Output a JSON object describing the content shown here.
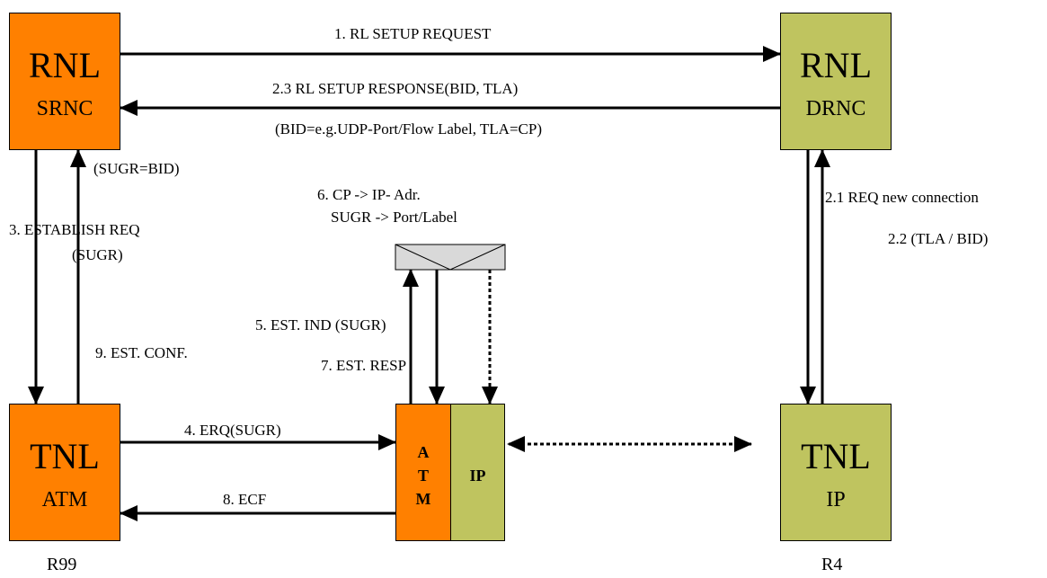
{
  "nodes": {
    "srnc": {
      "layer": "RNL",
      "name": "SRNC"
    },
    "drnc": {
      "layer": "RNL",
      "name": "DRNC"
    },
    "tnl_atm": {
      "layer": "TNL",
      "name": "ATM"
    },
    "tnl_ip": {
      "layer": "TNL",
      "name": "IP"
    },
    "gw_atm": {
      "letters": [
        "A",
        "T",
        "M"
      ]
    },
    "gw_ip": {
      "name": "IP"
    }
  },
  "messages": {
    "m1": "1. RL SETUP REQUEST",
    "m23": "2.3 RL SETUP RESPONSE(BID, TLA)",
    "m23_note": "(BID=e.g.UDP-Port/Flow Label, TLA=CP)",
    "sugr_note": "(SUGR=BID)",
    "m3_line1": "3. ESTABLISH REQ",
    "m3_line2": "(SUGR)",
    "m6_line1": "6. CP -> IP- Adr.",
    "m6_line2": "SUGR -> Port/Label",
    "m21": "2.1 REQ  new connection",
    "m22": "2.2 (TLA / BID)",
    "m5": "5. EST. IND (SUGR)",
    "m9": "9. EST. CONF.",
    "m7": "7. EST. RESP",
    "m4": "4. ERQ(SUGR)",
    "m8": "8. ECF"
  },
  "releases": {
    "left": "R99",
    "right": "R4"
  },
  "colors": {
    "orange": "#ff8000",
    "green": "#bfc45f",
    "mapper": "#d9d9d9"
  }
}
